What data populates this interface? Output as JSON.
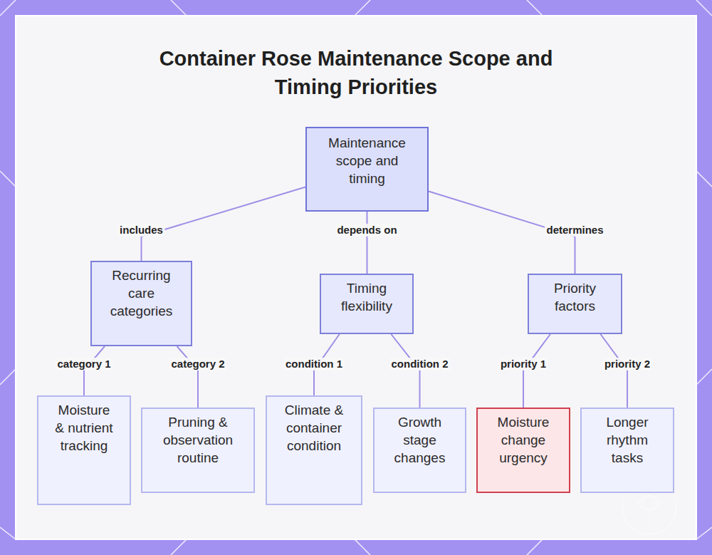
{
  "diagram": {
    "title": "Container Rose Maintenance Scope and Timing Priorities",
    "nodes": [
      {
        "text": [
          "Maintenance scope and timing"
        ]
      },
      {
        "text": [
          "Recurring care categories"
        ]
      },
      {
        "text": [
          "Timing flexibility"
        ]
      },
      {
        "text": [
          "Priority factors"
        ]
      },
      {
        "text": [
          "Moisture & nutrient tracking"
        ]
      },
      {
        "text": [
          "Pruning & observation routine"
        ]
      },
      {
        "text": [
          "Climate & container condition"
        ]
      },
      {
        "text": [
          "Growth stage changes"
        ]
      },
      {
        "text": [
          "Moisture change urgency"
        ]
      },
      {
        "text": [
          "Longer rhythm tasks"
        ]
      }
    ],
    "edges": [
      {
        "from": 0,
        "to": 1,
        "label": "includes",
        "arrow": "none"
      },
      {
        "from": 0,
        "to": 2,
        "label": "depends on",
        "arrow": "none"
      },
      {
        "from": 0,
        "to": 3,
        "label": "determines",
        "arrow": "none"
      },
      {
        "from": 1,
        "to": 4,
        "label": "category 1",
        "arrow": "none"
      },
      {
        "from": 1,
        "to": 5,
        "label": "category 2",
        "arrow": "none"
      },
      {
        "from": 2,
        "to": 6,
        "label": "condition 1",
        "arrow": "none"
      },
      {
        "from": 2,
        "to": 7,
        "label": "condition 2",
        "arrow": "none"
      },
      {
        "from": 3,
        "to": 8,
        "label": "priority 1",
        "arrow": "none"
      },
      {
        "from": 3,
        "to": 9,
        "label": "priority 2",
        "arrow": "none"
      }
    ]
  }
}
